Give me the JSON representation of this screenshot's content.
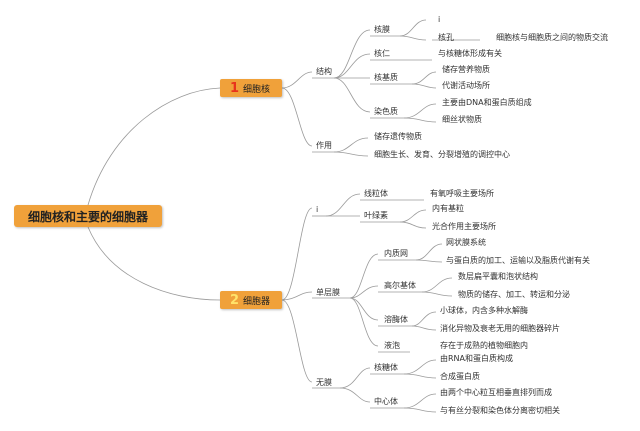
{
  "root": {
    "title": "细胞核和主要的细胞器"
  },
  "branch1": {
    "number": "1",
    "title": "细胞核",
    "structure": {
      "label": "结构",
      "membrane": {
        "label": "核膜",
        "detail": "i",
        "pore": {
          "label": "核孔",
          "detail": "细胞核与细胞质之间的物质交流"
        }
      },
      "nucleolus": {
        "label": "核仁",
        "detail": "与核糖体形成有关"
      },
      "matrix": {
        "label": "核基质",
        "details": [
          "储存营养物质",
          "代谢活动场所"
        ]
      },
      "chromatin": {
        "label": "染色质",
        "details": [
          "主要由DNA和蛋白质组成",
          "细丝状物质"
        ]
      }
    },
    "function": {
      "label": "作用",
      "details": [
        "储存遗传物质",
        "细胞生长、发育、分裂增殖的调控中心"
      ]
    }
  },
  "branch2": {
    "number": "2",
    "title": "细胞器",
    "double": {
      "label": "i",
      "mitochondria": {
        "label": "线粒体",
        "detail": "有氧呼吸主要场所"
      },
      "chloroplast": {
        "label": "叶绿素",
        "details": [
          "内有基粒",
          "光合作用主要场所"
        ]
      }
    },
    "single": {
      "label": "单层膜",
      "er": {
        "label": "内质网",
        "details": [
          "网状膜系统",
          "与蛋白质的加工、运输以及脂质代谢有关"
        ]
      },
      "golgi": {
        "label": "高尔基体",
        "details": [
          "数层扁平囊和泡状结构",
          "物质的储存、加工、转运和分泌"
        ]
      },
      "lysosome": {
        "label": "溶酶体",
        "details": [
          "小球体，内含多种水解酶",
          "消化异物及衰老无用的细胞器碎片"
        ]
      },
      "vacuole": {
        "label": "液泡",
        "detail": "存在于成熟的植物细胞内"
      }
    },
    "none": {
      "label": "无膜",
      "ribosome": {
        "label": "核糖体",
        "details": [
          "由RNA和蛋白质构成",
          "合成蛋白质"
        ]
      },
      "centriole": {
        "label": "中心体",
        "details": [
          "由两个中心粒互相垂直排列而成",
          "与有丝分裂和染色体分离密切相关"
        ]
      }
    }
  }
}
